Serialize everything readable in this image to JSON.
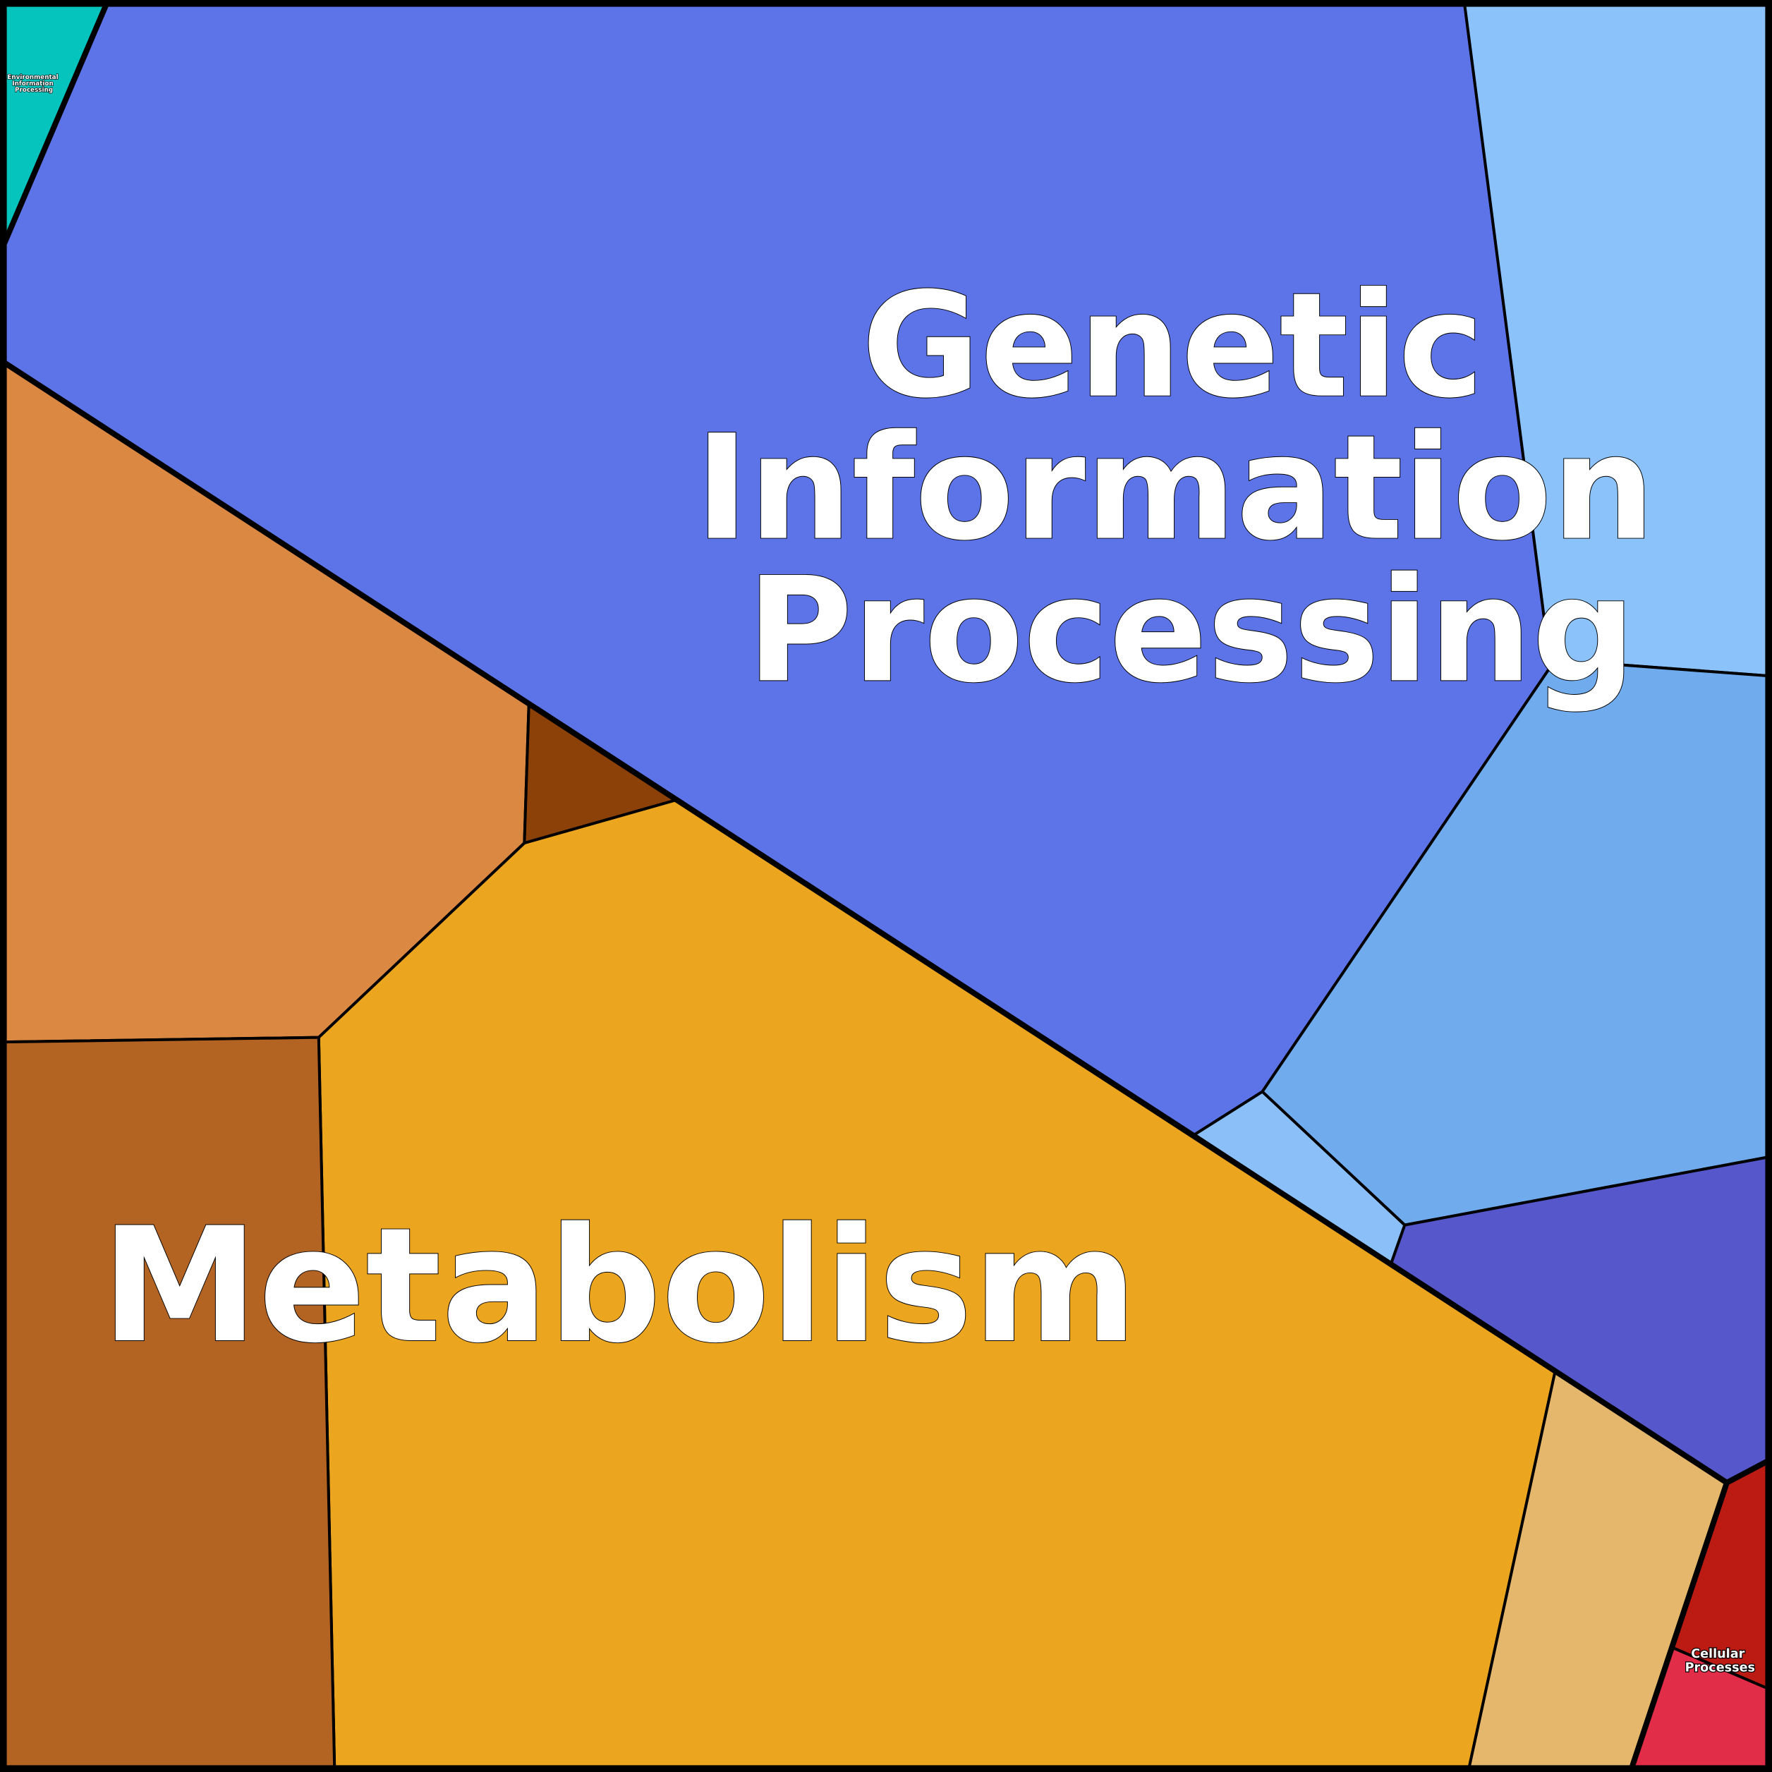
{
  "title": "Voronoi treemap of functional categories",
  "colors": {
    "environmental": "#05c4bd",
    "genetic_main": "#5d74e8",
    "genetic_light_top": "#8bc2fa",
    "genetic_mid": "#6fabed",
    "genetic_small": "#8bbff8",
    "genetic_purple": "#5557ca",
    "metabolism_orange": "#db8942",
    "metabolism_darkbrown": "#8b4108",
    "metabolism_gold": "#eca51f",
    "metabolism_brown": "#b36322",
    "metabolism_tan": "#e4b76c",
    "cellular_red": "#bc1b14",
    "cellular_pink": "#e22d48"
  },
  "labels": {
    "environmental": [
      "Environmental",
      "Information",
      "Processing"
    ],
    "genetic": [
      "Genetic",
      "Information",
      "Processing"
    ],
    "metabolism": "Metabolism",
    "cellular": [
      "Cellular",
      "Processes"
    ]
  }
}
